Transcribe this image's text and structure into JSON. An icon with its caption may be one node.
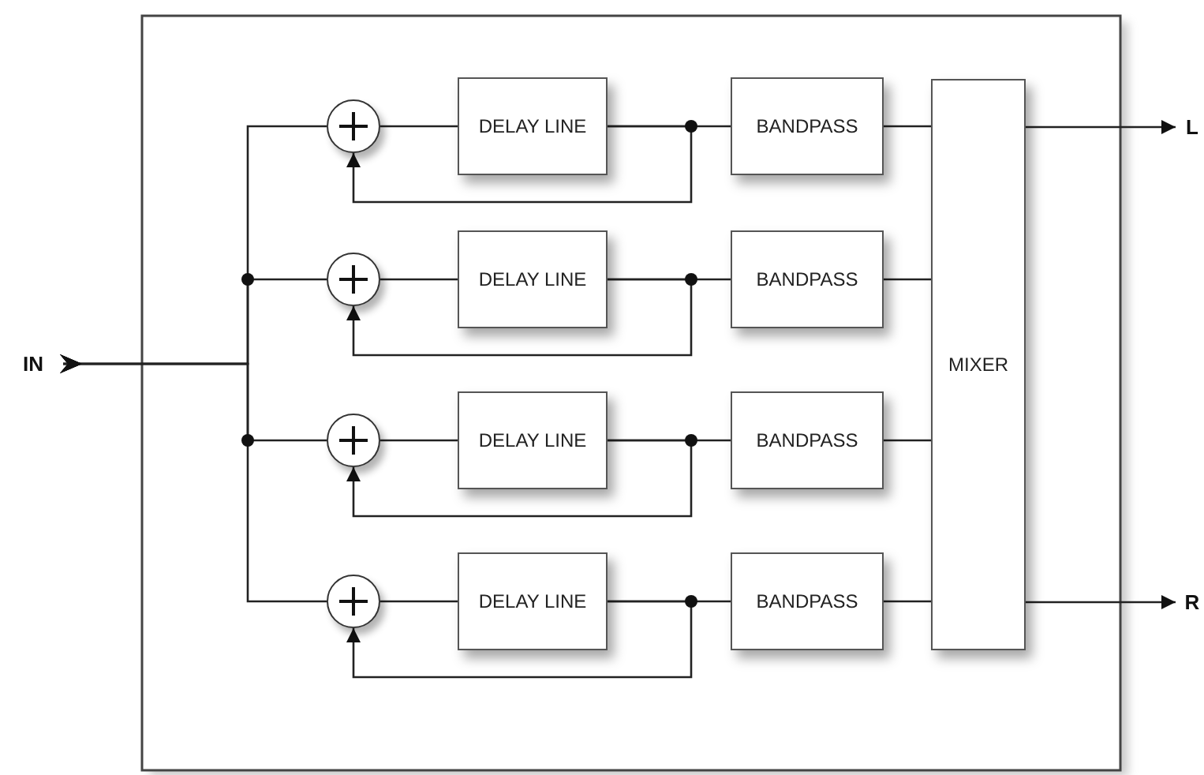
{
  "diagram": {
    "nodes": [
      {
        "text": [
          "IN"
        ]
      },
      {
        "text": [
          "L"
        ]
      },
      {
        "text": [
          "R"
        ]
      },
      {
        "text": [],
        "shape": "circle"
      },
      {
        "text": [],
        "shape": "circle"
      },
      {
        "text": [],
        "shape": "circle"
      },
      {
        "text": [],
        "shape": "circle"
      },
      {
        "text": [
          "DELAY LINE"
        ]
      },
      {
        "text": [
          "DELAY LINE"
        ]
      },
      {
        "text": [
          "DELAY LINE"
        ]
      },
      {
        "text": [
          "DELAY LINE"
        ]
      },
      {
        "text": [
          "BANDPASS"
        ]
      },
      {
        "text": [
          "BANDPASS"
        ]
      },
      {
        "text": [
          "BANDPASS"
        ]
      },
      {
        "text": [
          "BANDPASS"
        ]
      },
      {
        "text": [
          "MIXER"
        ]
      }
    ],
    "edges": [
      {
        "from": 0,
        "to": 3,
        "arrow": "other"
      },
      {
        "from": 0,
        "to": 4,
        "arrow": "other"
      },
      {
        "from": 0,
        "to": 5,
        "arrow": "other"
      },
      {
        "from": 0,
        "to": 6,
        "arrow": "other"
      },
      {
        "from": 3,
        "to": 7,
        "arrow": "none"
      },
      {
        "from": 4,
        "to": 8,
        "arrow": "none"
      },
      {
        "from": 5,
        "to": 9,
        "arrow": "none"
      },
      {
        "from": 6,
        "to": 10,
        "arrow": "none"
      },
      {
        "from": 7,
        "to": 11,
        "arrow": "none"
      },
      {
        "from": 8,
        "to": 12,
        "arrow": "none"
      },
      {
        "from": 9,
        "to": 13,
        "arrow": "none"
      },
      {
        "from": 10,
        "to": 14,
        "arrow": "none"
      },
      {
        "from": 7,
        "to": 3,
        "arrow": "to"
      },
      {
        "from": 8,
        "to": 4,
        "arrow": "to"
      },
      {
        "from": 9,
        "to": 5,
        "arrow": "to"
      },
      {
        "from": 10,
        "to": 6,
        "arrow": "to"
      },
      {
        "from": 11,
        "to": 15,
        "arrow": "none"
      },
      {
        "from": 12,
        "to": 15,
        "arrow": "none"
      },
      {
        "from": 13,
        "to": 15,
        "arrow": "none"
      },
      {
        "from": 14,
        "to": 15,
        "arrow": "none"
      },
      {
        "from": 15,
        "to": 1,
        "arrow": "to"
      },
      {
        "from": 15,
        "to": 2,
        "arrow": "to"
      }
    ]
  }
}
